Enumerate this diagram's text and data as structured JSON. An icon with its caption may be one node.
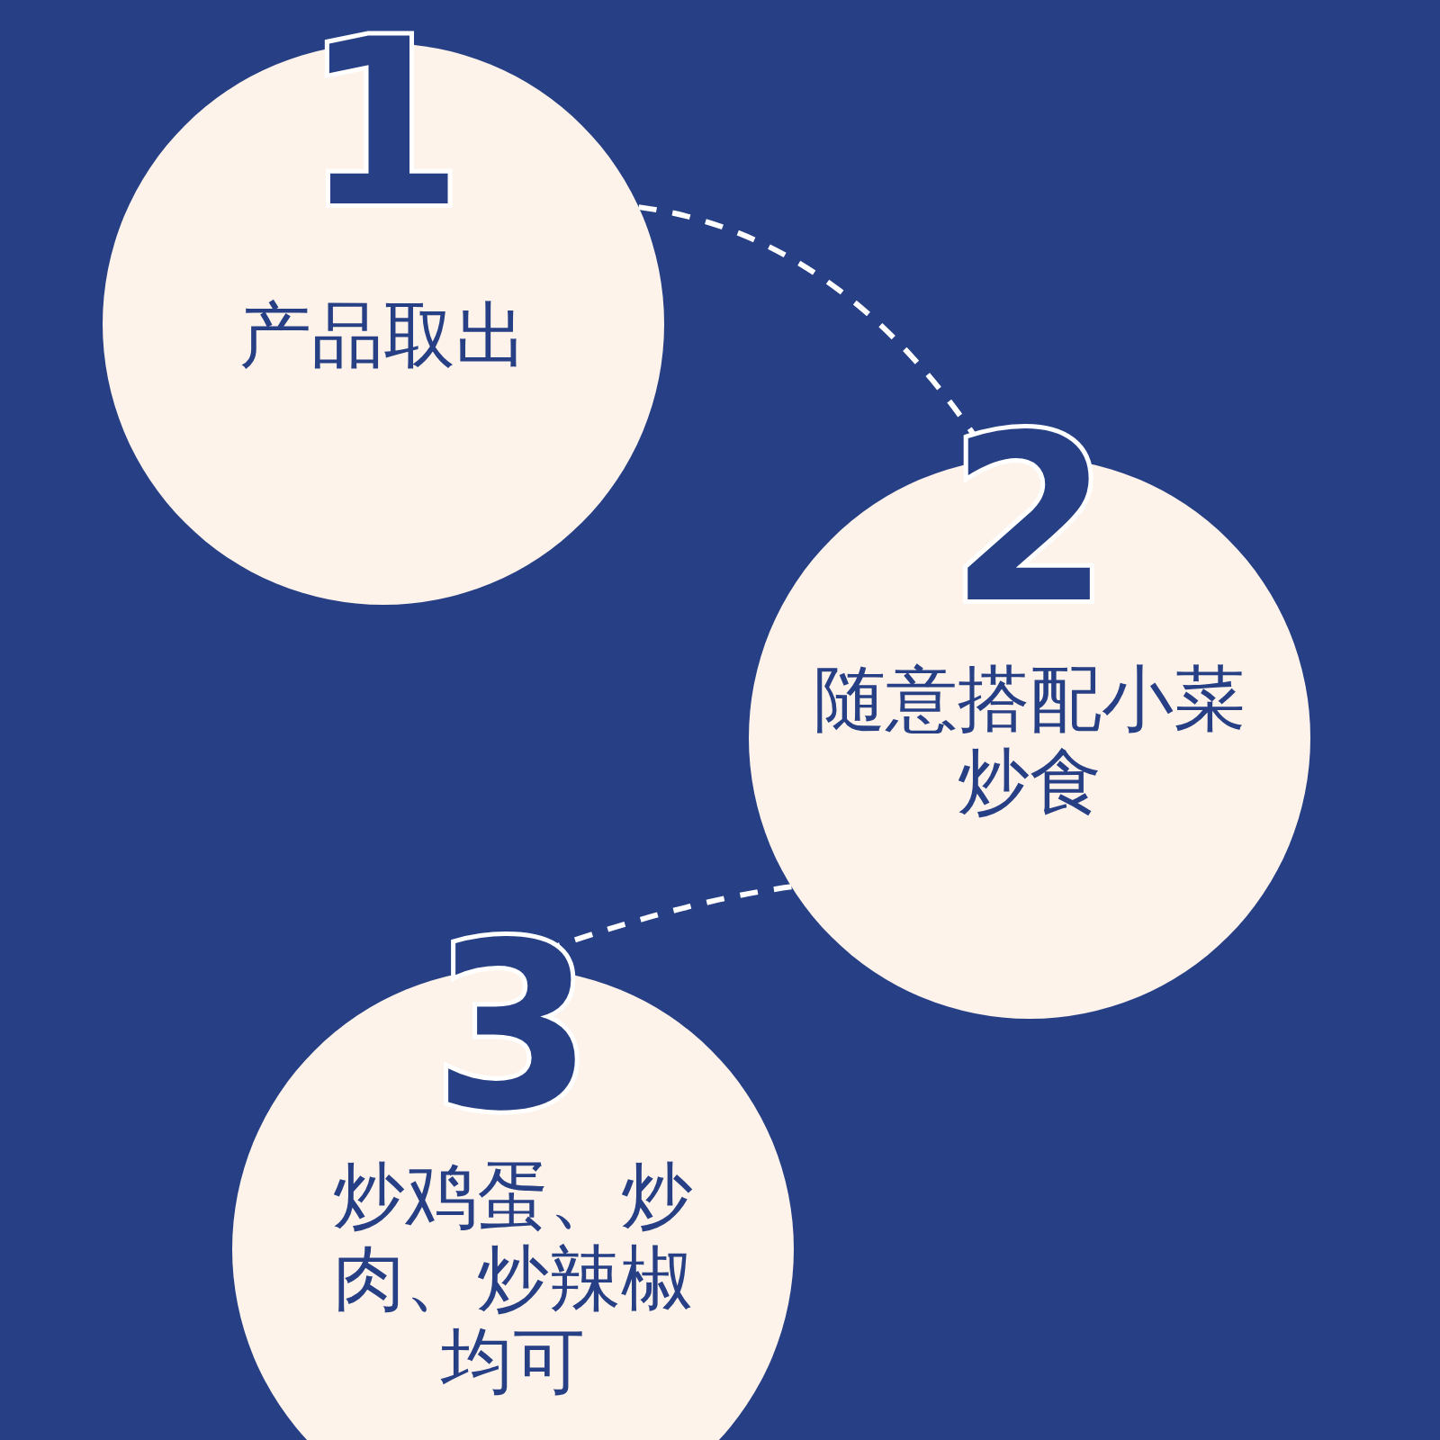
{
  "diagram": {
    "nodes": [
      {
        "text": [
          "1",
          "产品取出"
        ]
      },
      {
        "text": [
          "2",
          "随意搭配小菜炒食"
        ]
      },
      {
        "text": [
          "3",
          "炒鸡蛋、炒肉、炒辣椒均可"
        ]
      }
    ],
    "edges": [
      {
        "from": 0,
        "to": 1,
        "arrow": "none",
        "style": "dashed"
      },
      {
        "from": 1,
        "to": 2,
        "arrow": "none",
        "style": "dashed"
      }
    ]
  }
}
